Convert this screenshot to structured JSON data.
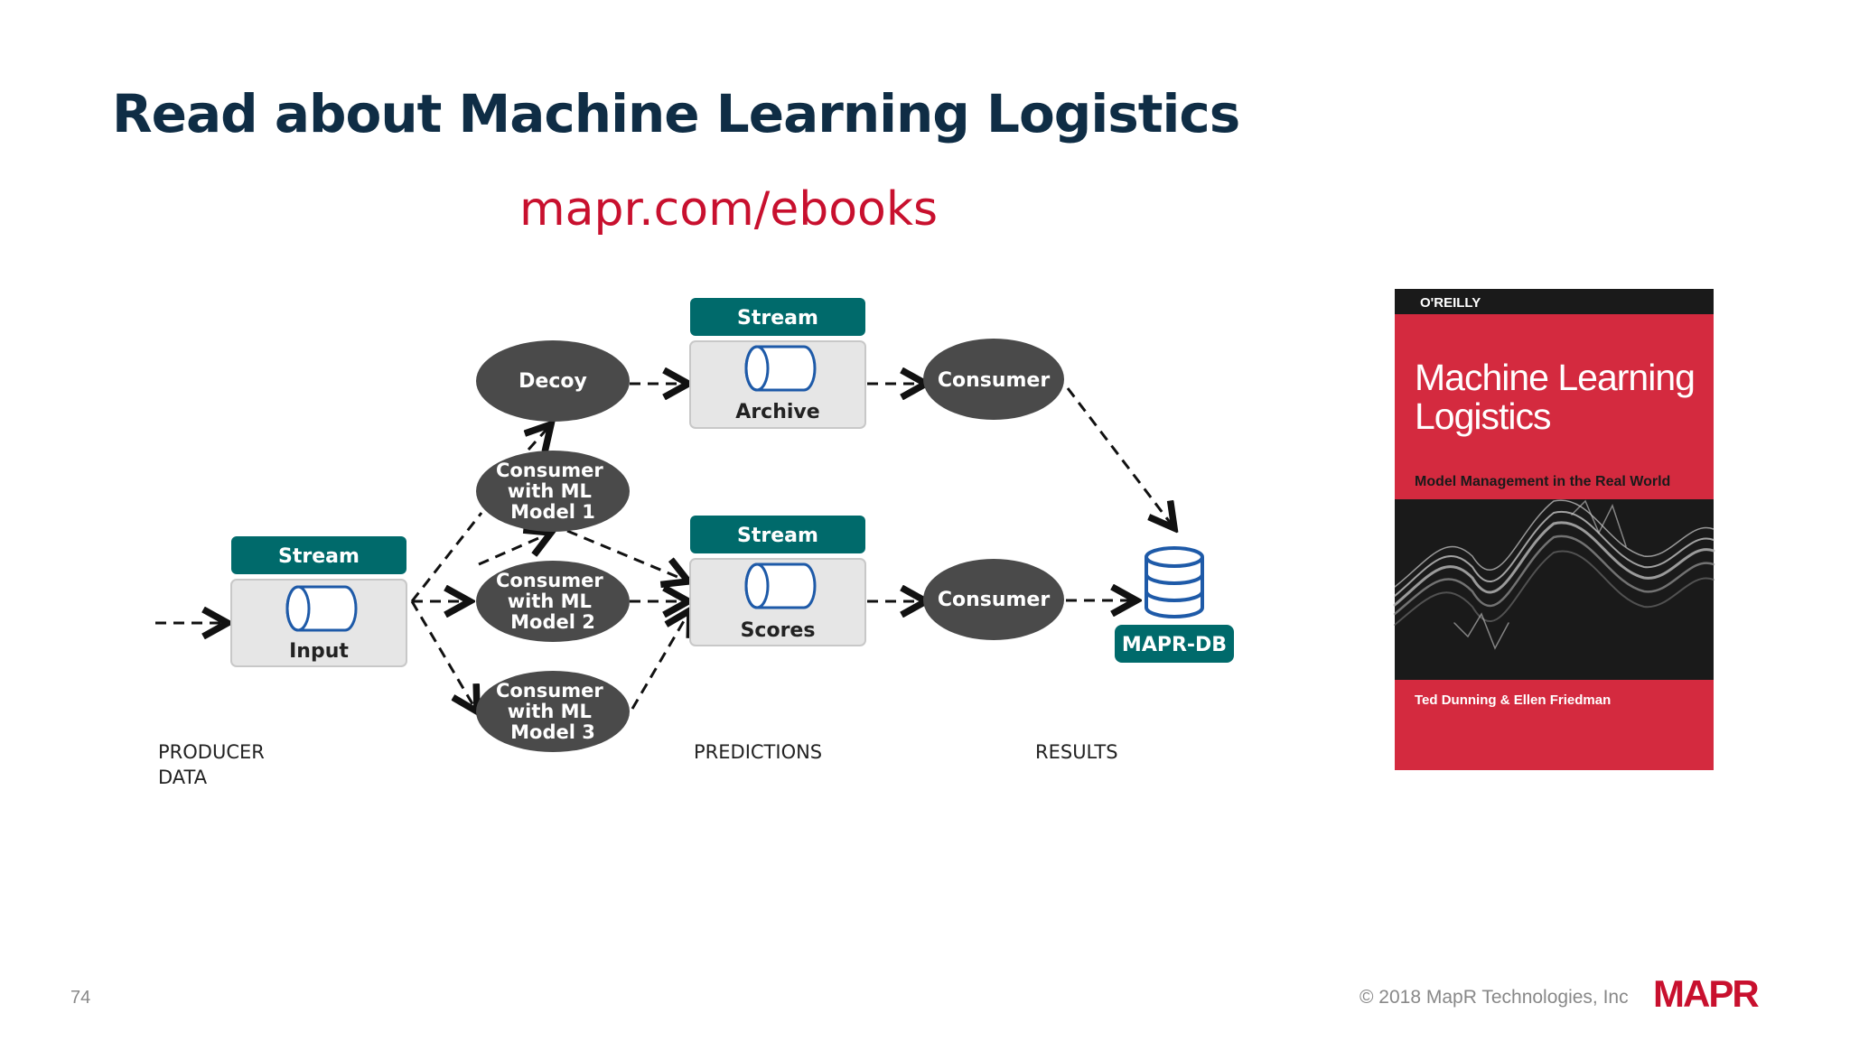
{
  "slide": {
    "title": "Read about Machine Learning Logistics",
    "url": "mapr.com/ebooks",
    "page_number": "74",
    "copyright": "© 2018 MapR Technologies, Inc",
    "logo_text": "MAPR"
  },
  "diagram": {
    "input_stream": {
      "header": "Stream",
      "label": "Input"
    },
    "archive_stream": {
      "header": "Stream",
      "label": "Archive"
    },
    "scores_stream": {
      "header": "Stream",
      "label": "Scores"
    },
    "decoy": "Decoy",
    "model1": [
      "Consumer",
      "with ML",
      "Model 1"
    ],
    "model2": [
      "Consumer",
      "with ML",
      "Model 2"
    ],
    "model3": [
      "Consumer",
      "with ML",
      "Model 3"
    ],
    "consumer_top": "Consumer",
    "consumer_bottom": "Consumer",
    "db_label": "MAPR-DB",
    "sections": {
      "producer": [
        "PRODUCER",
        "DATA"
      ],
      "predictions": "PREDICTIONS",
      "results": "RESULTS"
    },
    "colors": {
      "teal": "#006a6b",
      "node": "#4a4a4a",
      "db_blue": "#1e5aa8"
    }
  },
  "book": {
    "publisher": "O'REILLY",
    "title_line1": "Machine Learning",
    "title_line2": "Logistics",
    "subtitle": "Model Management in the Real World",
    "authors": "Ted Dunning & Ellen Friedman",
    "colors": {
      "cover": "#d42a3f",
      "band": "#1a1a1a"
    }
  }
}
